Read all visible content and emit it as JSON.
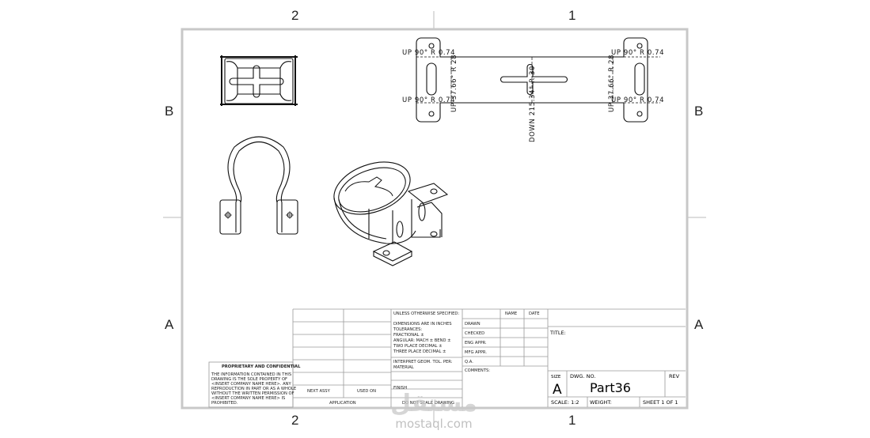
{
  "zones": {
    "top": [
      "2",
      "1"
    ],
    "bottom": [
      "2",
      "1"
    ],
    "left": [
      "B",
      "A"
    ],
    "right": [
      "B",
      "A"
    ]
  },
  "flat_pattern": {
    "up_tl": "UP  90°  R 0.74",
    "up_bl": "UP  90°  R 0.74",
    "up_tr": "UP  90°  R 0.74",
    "up_br": "UP  90°  R 0.74",
    "bend_left": "UP  37.66°  R 28",
    "bend_center": "DOWN  215.34°  R 30",
    "bend_right": "UP  37.66°  R 28"
  },
  "title_block": {
    "unless_specified": "UNLESS OTHERWISE SPECIFIED:",
    "name": "NAME",
    "date": "DATE",
    "dimensions": "DIMENSIONS ARE IN INCHES",
    "tolerances": "TOLERANCES:",
    "fractional": "FRACTIONAL ±",
    "angular": "ANGULAR: MACH ±    BEND ±",
    "two_place": "TWO PLACE DECIMAL    ±",
    "three_place": "THREE PLACE DECIMAL   ±",
    "interpret": "INTERPRET GEOM. TOL. PER:",
    "material": "MATERIAL",
    "finish": "FINISH",
    "drawn": "DRAWN",
    "checked": "CHECKED",
    "eng_appr": "ENG APPR.",
    "mfg_appr": "MFG APPR.",
    "qa": "Q.A.",
    "comments": "COMMENTS:",
    "title_label": "TITLE:",
    "size_label": "SIZE",
    "size_value": "A",
    "dwg_no_label": "DWG.  NO.",
    "dwg_no_value": "Part36",
    "rev_label": "REV",
    "scale": "SCALE: 1:2",
    "weight": "WEIGHT:",
    "sheet": "SHEET 1 OF 1",
    "next_assy": "NEXT ASSY",
    "used_on": "USED ON",
    "application": "APPLICATION",
    "do_not_scale": "DO NOT SCALE DRAWING",
    "proprietary_title": "PROPRIETARY AND CONFIDENTIAL",
    "proprietary_text": [
      "THE INFORMATION CONTAINED IN THIS",
      "DRAWING IS THE SOLE PROPERTY OF",
      "<INSERT COMPANY NAME HERE>. ANY",
      "REPRODUCTION IN PART OR AS A WHOLE",
      "WITHOUT THE WRITTEN PERMISSION OF",
      "<INSERT COMPANY NAME HERE> IS",
      "PROHIBITED."
    ]
  },
  "watermark": {
    "arabic": "مستقل",
    "latin": "mostaql.com"
  }
}
